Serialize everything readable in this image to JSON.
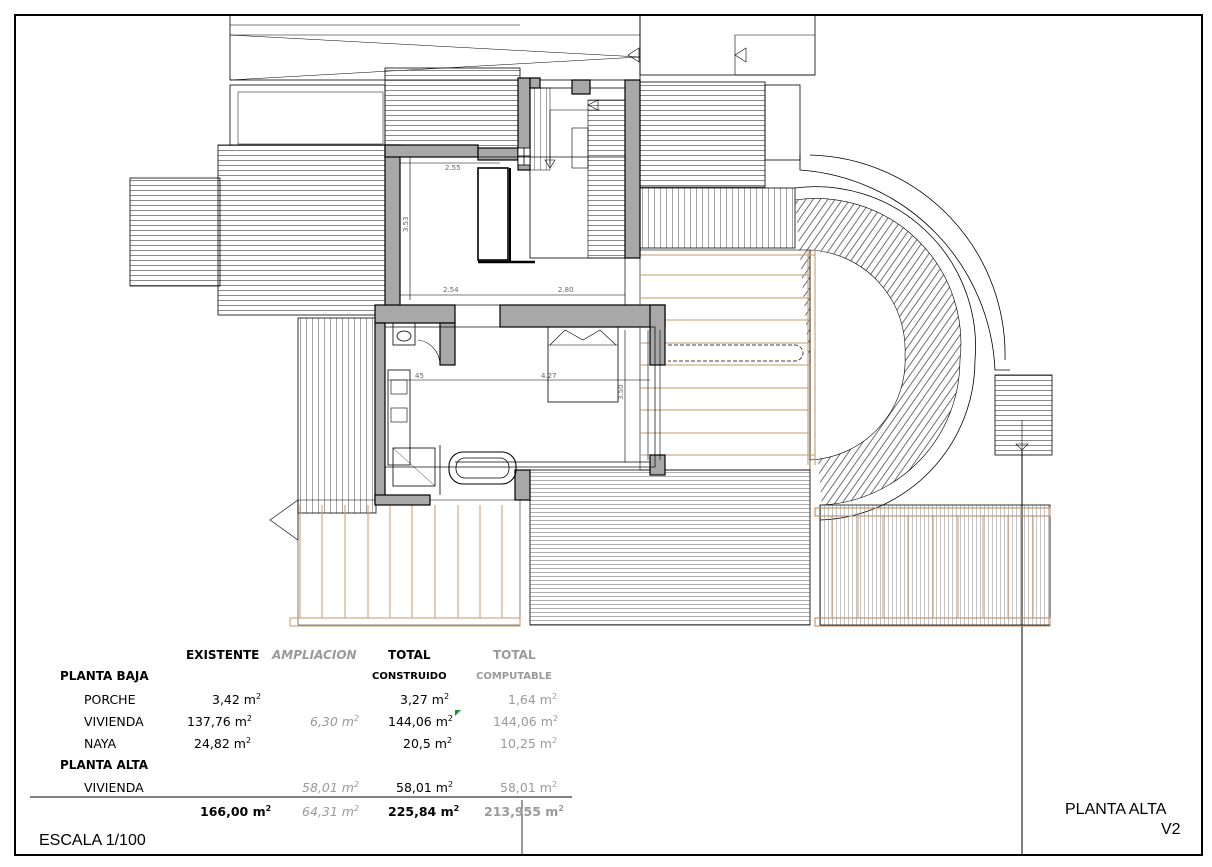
{
  "dimensions": {
    "d1": "2.55",
    "d2": "3.53",
    "d3": "2.54",
    "d4": "2.80",
    "d5": "45",
    "d6": "4.27",
    "d7": "3.50"
  },
  "table": {
    "headers": {
      "existente": "EXISTENTE",
      "ampliacion": "AMPLIACION",
      "total_construido_1": "TOTAL",
      "total_construido_2": "CONSTRUIDO",
      "total_computable_1": "TOTAL",
      "total_computable_2": "COMPUTABLE"
    },
    "sections": {
      "planta_baja": "PLANTA BAJA",
      "planta_alta": "PLANTA ALTA"
    },
    "rows": [
      {
        "label": "PORCHE",
        "existente": "3,42 m",
        "ampliacion": "",
        "construido": "3,27 m",
        "computable": "1,64 m"
      },
      {
        "label": "VIVIENDA",
        "existente": "137,76 m",
        "ampliacion": "6,30 m",
        "construido": "144,06 m",
        "computable": "144,06 m"
      },
      {
        "label": "NAYA",
        "existente": "24,82 m",
        "ampliacion": "",
        "construido": "20,5 m",
        "computable": "10,25 m"
      },
      {
        "label": "VIVIENDA",
        "existente": "",
        "ampliacion": "58,01 m",
        "construido": "58,01 m",
        "computable": "58,01 m"
      }
    ],
    "totals": {
      "existente": "166,00 m",
      "ampliacion": "64,31 m",
      "construido": "225,84 m",
      "computable": "213,955 m"
    },
    "unit_sup": "2"
  },
  "labels": {
    "scale": "ESCALA 1/100",
    "title_1": "PLANTA ALTA",
    "title_2": "V2"
  }
}
